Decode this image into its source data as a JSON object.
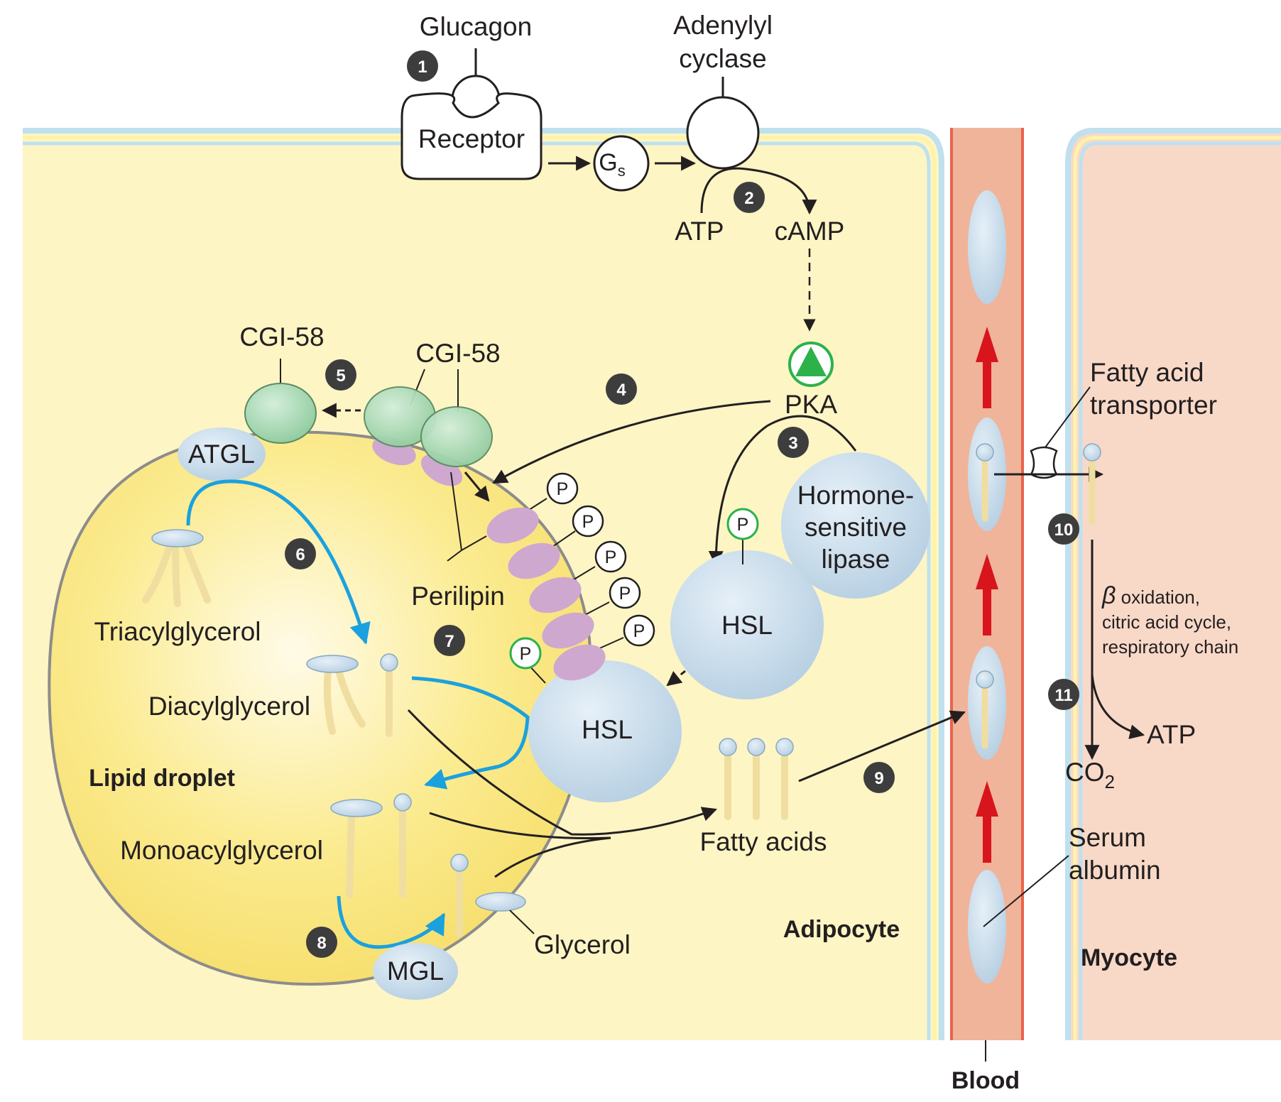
{
  "labels": {
    "glucagon": "Glucagon",
    "adenylyl_line1": "Adenylyl",
    "adenylyl_line2": "cyclase",
    "receptor": "Receptor",
    "gs_main": "G",
    "gs_sub": "s",
    "atp": "ATP",
    "camp": "cAMP",
    "pka": "PKA",
    "cgi58_left": "CGI-58",
    "cgi58_right": "CGI-58",
    "atgl": "ATGL",
    "hormone_line1": "Hormone-",
    "hormone_line2": "sensitive",
    "hormone_line3": "lipase",
    "hsl_upper": "HSL",
    "hsl_lower": "HSL",
    "perilipin": "Perilipin",
    "triacylglycerol": "Triacylglycerol",
    "diacylglycerol": "Diacylglycerol",
    "lipid_droplet": "Lipid droplet",
    "monoacylglycerol": "Monoacylglycerol",
    "mgl": "MGL",
    "glycerol": "Glycerol",
    "fatty_acids": "Fatty acids",
    "adipocyte": "Adipocyte",
    "fa_transporter_line1": "Fatty acid",
    "fa_transporter_line2": "transporter",
    "beta_symbol": "β",
    "beta_line1": "oxidation,",
    "beta_line2": "citric acid cycle,",
    "beta_line3": "respiratory chain",
    "atp_myocyte": "ATP",
    "co2_main": "CO",
    "co2_sub": "2",
    "serum_line1": "Serum",
    "serum_line2": "albumin",
    "myocyte": "Myocyte",
    "blood": "Blood",
    "phospho": "P"
  },
  "steps": [
    "1",
    "2",
    "3",
    "4",
    "5",
    "6",
    "7",
    "8",
    "9",
    "10",
    "11"
  ],
  "colors": {
    "adipocyte_fill": "#fdf5c4",
    "membrane_blue": "#bfe0ef",
    "blood_vessel": "#f0b49a",
    "vessel_edge": "#e8644a",
    "myocyte_fill": "#f8d9c8",
    "lipase_blue": "#c4d9e8",
    "cgi58_green": "#a9d9b4",
    "perilipin_purple": "#cfa8cf",
    "lipolysis_arrow": "#1ba1dd",
    "blood_flow_arrow": "#d8151c",
    "pka_green": "#2db24a",
    "step_badge": "#3d3d3d"
  }
}
